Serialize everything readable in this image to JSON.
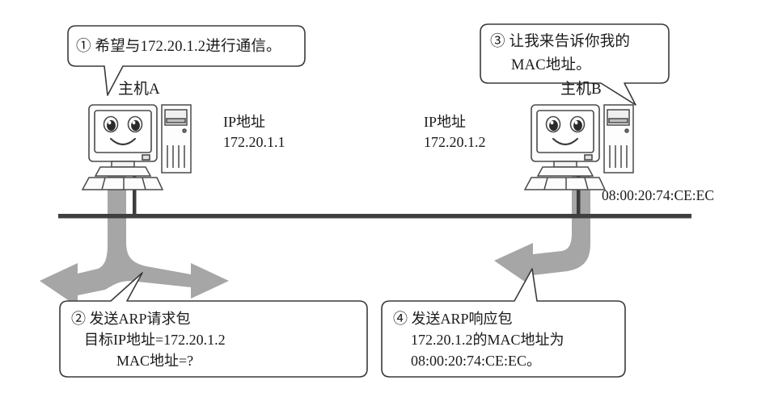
{
  "diagram": {
    "title": "ARP address resolution on an Ethernet bus",
    "colors": {
      "bus": "#3f3f3f",
      "arrow": "#a6a6a6",
      "outline": "#4a4a4a",
      "text": "#1a1a1a",
      "background": "#ffffff"
    }
  },
  "bubbles": {
    "step1": {
      "marker": "①",
      "line1": "① 希望与172.20.1.2进行通信。"
    },
    "step3": {
      "marker": "③",
      "line1": "③ 让我来告诉你我的",
      "line2": "MAC地址。"
    }
  },
  "boxes": {
    "step2": {
      "marker": "②",
      "line1": "② 发送ARP请求包",
      "line2": "目标IP地址=172.20.1.2",
      "line3": "MAC地址=?"
    },
    "step4": {
      "marker": "④",
      "line1": "④ 发送ARP响应包",
      "line2": "172.20.1.2的MAC地址为",
      "line3": "08:00:20:74:CE:EC。"
    }
  },
  "hosts": {
    "a": {
      "name": "主机A",
      "ip_label": "IP地址",
      "ip_value": "172.20.1.1"
    },
    "b": {
      "name": "主机B",
      "ip_label": "IP地址",
      "ip_value": "172.20.1.2",
      "mac_value": "08:00:20:74:CE:EC"
    }
  }
}
